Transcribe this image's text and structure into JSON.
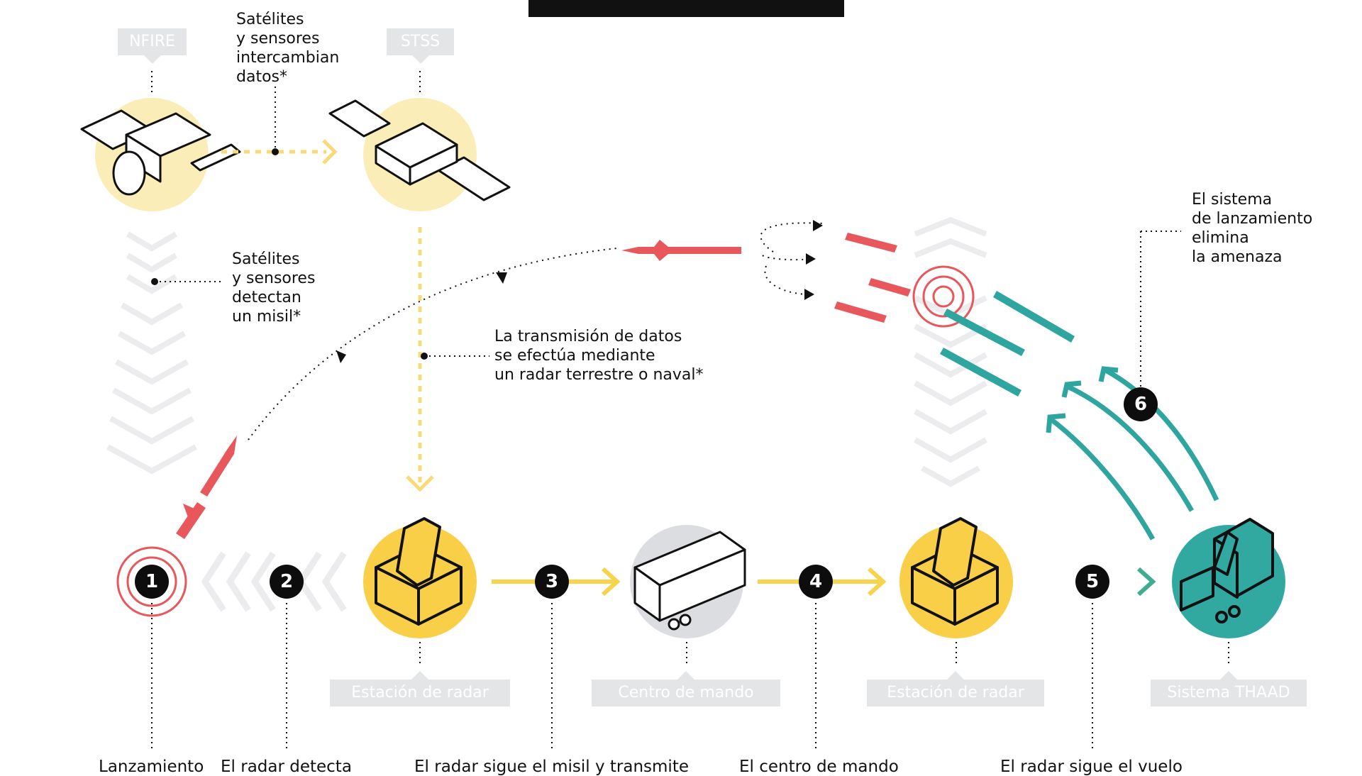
{
  "satellites": [
    {
      "label": "NFIRE"
    },
    {
      "label": "STSS"
    }
  ],
  "annotations": {
    "exchange": "Satélites\ny sensores\nintercambian\ndatos*",
    "detect": "Satélites\ny sensores\ndetectan\nun misil*",
    "transmission": "La transmisión de datos\nse efectúa mediante\nun radar terrestre o naval*",
    "eliminate": "El sistema\nde lanzamiento\nelimina\nla amenaza"
  },
  "ground_labels": [
    {
      "label": "Estación de radar"
    },
    {
      "label": "Centro de mando"
    },
    {
      "label": "Estación de radar"
    },
    {
      "label": "Sistema THAAD"
    }
  ],
  "steps": [
    {
      "number": "1",
      "caption": "Lanzamiento"
    },
    {
      "number": "2",
      "caption": "El radar detecta"
    },
    {
      "number": "3",
      "caption": "El radar sigue el misil y transmite"
    },
    {
      "number": "4",
      "caption": "El centro de mando"
    },
    {
      "number": "5",
      "caption": "El radar sigue el vuelo"
    },
    {
      "number": "6",
      "caption": ""
    }
  ],
  "colors": {
    "satellite_halo": "#fbedb7",
    "radar": "#f9cf48",
    "command": "#dcdde0",
    "thaad": "#31a9a1",
    "missile_red": "#e7575c",
    "interceptor": "#2fa5a0",
    "flow_arrow": "#f7d44d",
    "chevron": "#ececee"
  }
}
